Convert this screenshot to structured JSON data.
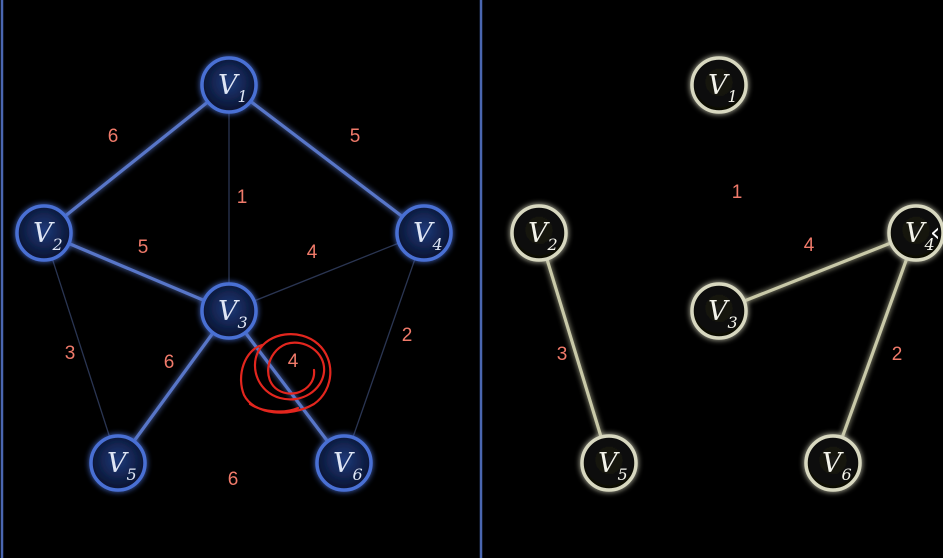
{
  "graph": {
    "vertices": [
      {
        "id": "v1",
        "label": "V",
        "sub": "1"
      },
      {
        "id": "v2",
        "label": "V",
        "sub": "2"
      },
      {
        "id": "v3",
        "label": "V",
        "sub": "3"
      },
      {
        "id": "v4",
        "label": "V",
        "sub": "4"
      },
      {
        "id": "v5",
        "label": "V",
        "sub": "5"
      },
      {
        "id": "v6",
        "label": "V",
        "sub": "6"
      }
    ],
    "edges": [
      {
        "from": "v1",
        "to": "v2",
        "weight": "6",
        "emphasis": "strong"
      },
      {
        "from": "v1",
        "to": "v4",
        "weight": "5",
        "emphasis": "strong"
      },
      {
        "from": "v1",
        "to": "v3",
        "weight": "1",
        "emphasis": "faint"
      },
      {
        "from": "v2",
        "to": "v3",
        "weight": "5",
        "emphasis": "strong"
      },
      {
        "from": "v3",
        "to": "v4",
        "weight": "4",
        "emphasis": "faint"
      },
      {
        "from": "v2",
        "to": "v5",
        "weight": "3",
        "emphasis": "faint"
      },
      {
        "from": "v4",
        "to": "v6",
        "weight": "2",
        "emphasis": "faint"
      },
      {
        "from": "v3",
        "to": "v5",
        "weight": "6",
        "emphasis": "strong"
      },
      {
        "from": "v3",
        "to": "v6",
        "weight": "4",
        "emphasis": "strong"
      },
      {
        "from": "v5",
        "to": "v6",
        "weight": "6",
        "emphasis": "strong"
      }
    ],
    "highlighted_edge_weight": "4",
    "colors": {
      "node": "#4a6fd4",
      "edge": "#5876c8",
      "weight": "#f07a6a",
      "annotation": "#e3261e"
    }
  },
  "tree": {
    "vertices": [
      {
        "id": "v1",
        "label": "V",
        "sub": "1"
      },
      {
        "id": "v2",
        "label": "V",
        "sub": "2"
      },
      {
        "id": "v3",
        "label": "V",
        "sub": "3"
      },
      {
        "id": "v4",
        "label": "V",
        "sub": "4"
      },
      {
        "id": "v5",
        "label": "V",
        "sub": "5"
      },
      {
        "id": "v6",
        "label": "V",
        "sub": "6"
      }
    ],
    "edges": [
      {
        "from": "v1",
        "to": "v3",
        "weight": "1"
      },
      {
        "from": "v3",
        "to": "v4",
        "weight": "4"
      },
      {
        "from": "v2",
        "to": "v5",
        "weight": "3"
      },
      {
        "from": "v4",
        "to": "v6",
        "weight": "2"
      }
    ],
    "colors": {
      "node": "#d8d8c0",
      "edge": "#c9c9a8"
    }
  },
  "nav": {
    "arrow_icon": "chevron-left-icon",
    "arrow_glyph": "‹"
  }
}
